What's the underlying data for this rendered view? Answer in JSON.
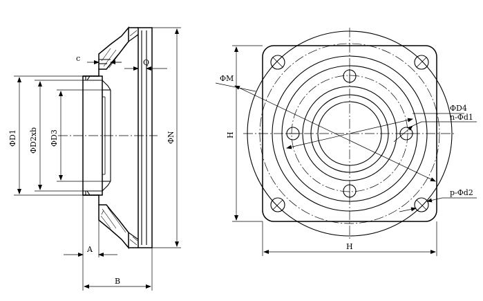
{
  "labels": {
    "c": "c",
    "q": "Q",
    "d1": "ΦD1",
    "d2": "ΦD2xb",
    "d3": "ΦD3",
    "n": "ΦN",
    "a": "A",
    "b": "B",
    "m": "ΦM",
    "h_vertical": "H",
    "h_horizontal": "H",
    "d4": "ΦD4",
    "n_d1": "n-Φd1",
    "p_d2": "p-Φd2"
  }
}
